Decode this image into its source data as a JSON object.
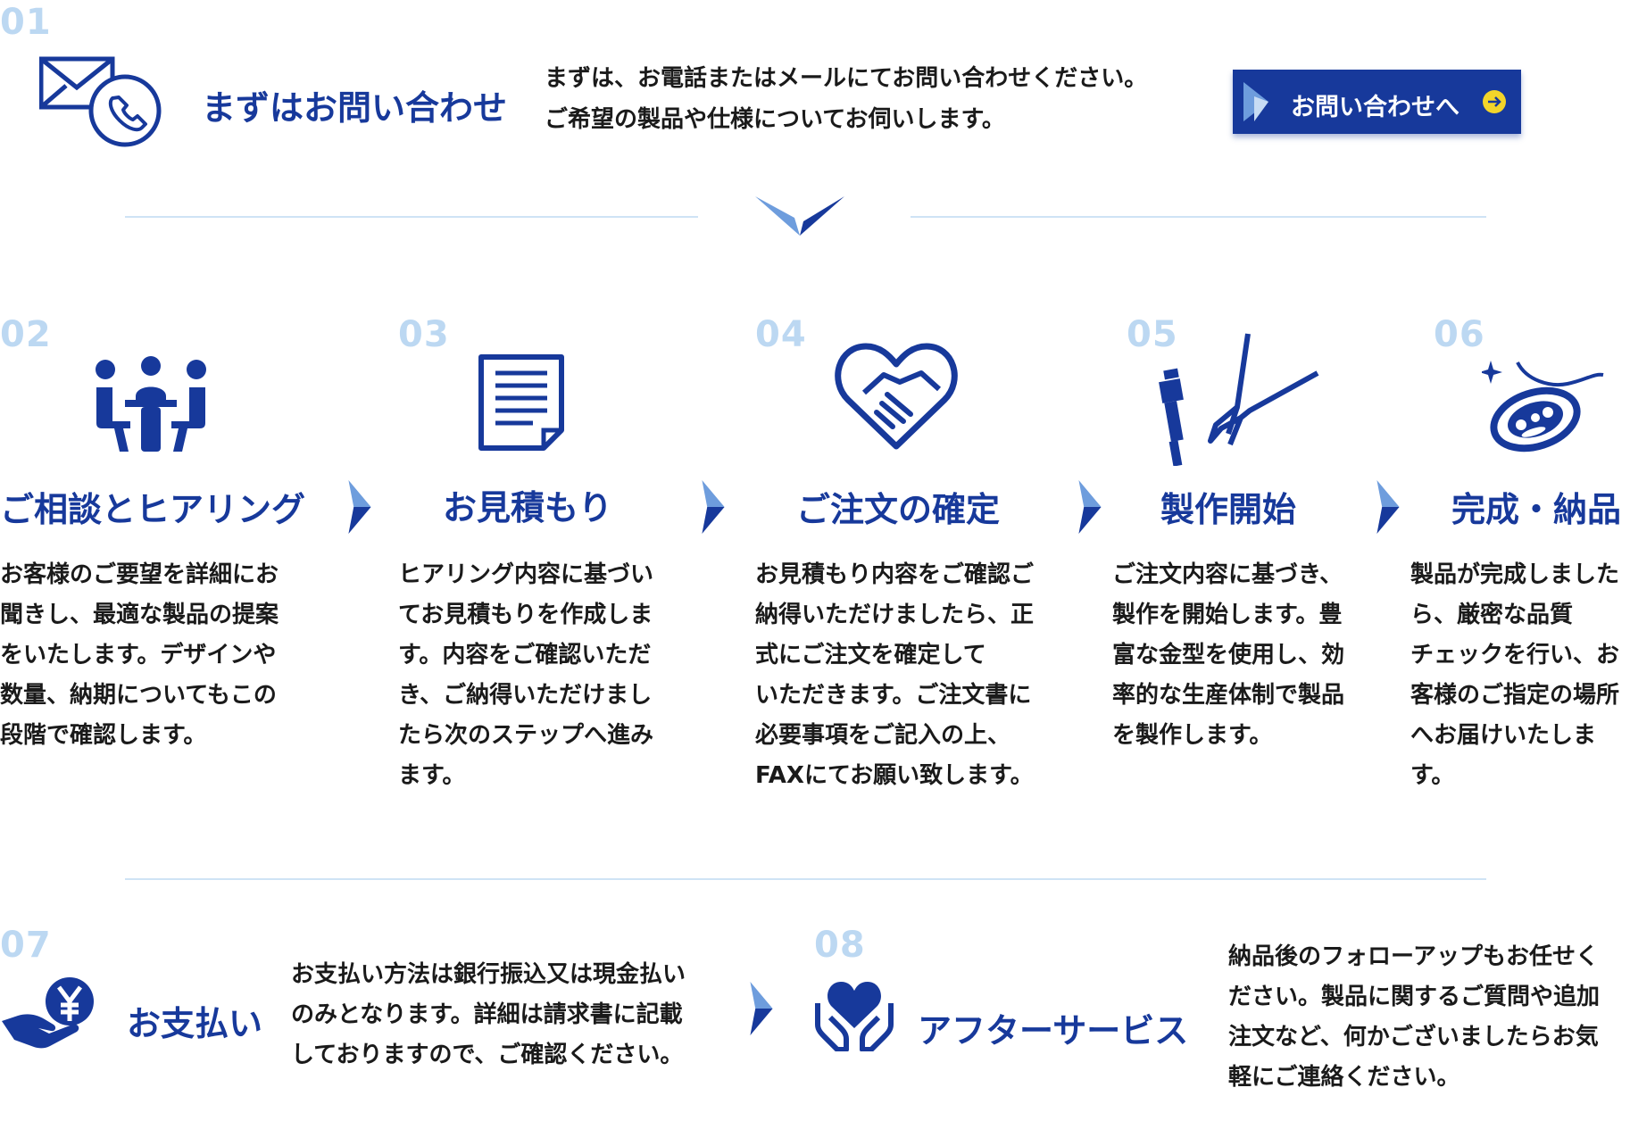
{
  "colors": {
    "brand": "#17399b",
    "number": "#bcd8f2",
    "rule": "#cfe3f5",
    "cta_arrow": "#f3d52a"
  },
  "steps": [
    {
      "number": "01",
      "title": "まずはお問い合わせ",
      "icon": "mail-phone-icon",
      "lines": [
        "まずは、お電話またはメールにてお問い合わせください。",
        "ご希望の製品や仕様についてお伺いします。"
      ],
      "button_label": "お問い合わせへ"
    },
    {
      "number": "02",
      "title": "ご相談とヒアリング",
      "icon": "meeting-icon",
      "lines": [
        "お客様のご要望を詳細にお",
        "聞きし、最適な製品の提案",
        "をいたします。デザインや",
        "数量、納期についてもこの",
        "段階で確認します。"
      ]
    },
    {
      "number": "03",
      "title": "お見積もり",
      "icon": "document-icon",
      "lines": [
        "ヒアリング内容に基づい",
        "てお見積もりを作成しま",
        "す。内容をご確認いただ",
        "き、ご納得いただけまし",
        "たら次のステップへ進み",
        "ます。"
      ]
    },
    {
      "number": "04",
      "title": "ご注文の確定",
      "icon": "handshake-heart-icon",
      "lines": [
        "お見積もり内容をご確認ご",
        "納得いただけましたら、正",
        "式にご注文を確定して",
        "いただきます。ご注文書に",
        "必要事項をご記入の上、",
        "FAXにてお願い致します。"
      ]
    },
    {
      "number": "05",
      "title": "製作開始",
      "icon": "tools-icon",
      "lines": [
        "ご注文内容に基づき、",
        "製作を開始します。豊",
        "富な金型を使用し、効",
        "率的な生産体制で製品",
        "を製作します。"
      ]
    },
    {
      "number": "06",
      "title": "完成・納品",
      "icon": "pendant-icon",
      "lines": [
        "製品が完成しました",
        "ら、厳密な品質",
        "チェックを行い、お",
        "客様のご指定の場所",
        "へお届けいたしま",
        "す。"
      ]
    },
    {
      "number": "07",
      "title": "お支払い",
      "icon": "yen-hand-icon",
      "lines": [
        "お支払い方法は銀行振込又は現金払い",
        "のみとなります。詳細は請求書に記載",
        "しておりますので、ご確認ください。"
      ]
    },
    {
      "number": "08",
      "title": "アフターサービス",
      "icon": "heart-hands-icon",
      "lines": [
        "納品後のフォローアップもお任せく",
        "ださい。製品に関するご質問や追加",
        "注文など、何かございましたらお気",
        "軽にご連絡ください。"
      ]
    }
  ]
}
